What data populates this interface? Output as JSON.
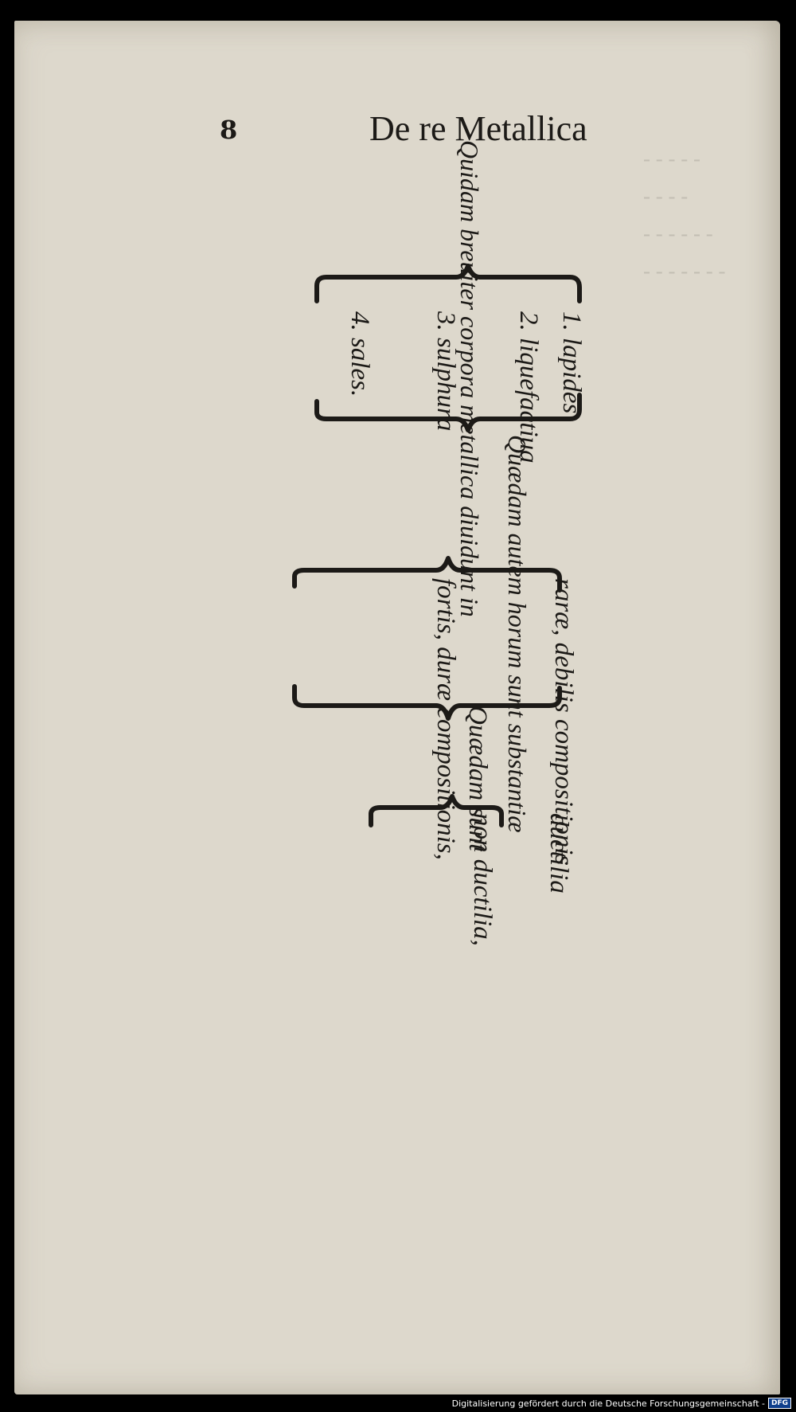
{
  "page": {
    "number": "8",
    "running_title": "De re Metallica"
  },
  "table": {
    "root": "Quidam breuiter corpora metallica diuidunt in",
    "group1": {
      "items": [
        "1. lapides",
        "2. liquefactiua",
        "3. sulphura",
        "4. sales."
      ]
    },
    "group2": {
      "heading": "Quædam autem horum sunt substantiæ",
      "subheads": [
        "raræ, debilis compositionis",
        "fortis, duræ compositionis,"
      ]
    },
    "group3": {
      "heading": "Quædam sunt",
      "items": [
        "ductilia",
        "non ductilia,"
      ]
    }
  },
  "footer": {
    "text": "Digitalisierung gefördert durch die Deutsche Forschungsgemeinschaft -",
    "logo": "DFG"
  },
  "colors": {
    "paper": "#ddd8cc",
    "ink": "#1c1a17",
    "frame": "#000000",
    "logo_bg": "#0f3f8c"
  }
}
